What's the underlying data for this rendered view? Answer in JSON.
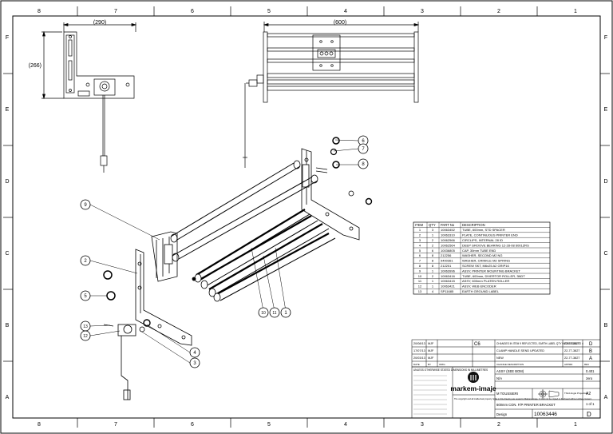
{
  "border": {
    "cols_top": [
      "8",
      "7",
      "6",
      "5",
      "4",
      "3",
      "2",
      "1"
    ],
    "cols_bottom": [
      "8",
      "7",
      "6",
      "5",
      "4",
      "3",
      "2",
      "1"
    ],
    "rows_left": [
      "F",
      "E",
      "D",
      "C",
      "B",
      "A"
    ],
    "rows_right": [
      "F",
      "E",
      "D",
      "C",
      "B",
      "A"
    ]
  },
  "dimensions": {
    "side_width": "(290)",
    "side_height": "(266)",
    "front_width": "(600)"
  },
  "balloons": [
    "6",
    "7",
    "8",
    "9",
    "2",
    "5",
    "13",
    "12",
    "4",
    "3",
    "10",
    "11",
    "1"
  ],
  "bom": {
    "headers": [
      "ITEM",
      "QTY",
      "PART No",
      "DESCRIPTION"
    ],
    "rows": [
      [
        "1",
        "3",
        "10063452",
        "TUBE, 600mm, STD SPACER"
      ],
      [
        "2",
        "1",
        "10063310",
        "PLATE, CONTINUOUS PRINTER END"
      ],
      [
        "3",
        "2",
        "10062566",
        "CIRCLIPS, INTERNAL 28 ID"
      ],
      [
        "4",
        "2",
        "10062564",
        "DEEP GROOVE BEARING 12-28-08 6001ZRS"
      ],
      [
        "5",
        "6",
        "10036805",
        "CAP, 30mm TUBE END"
      ],
      [
        "6",
        "8",
        "212256",
        "WASHER, SECOND M2 NG"
      ],
      [
        "7",
        "8",
        "9400361",
        "WASHER, CRINKLE M2 SPRING"
      ],
      [
        "8",
        "8",
        "212201",
        "SCREW SKT, M6x25 A2 GRIP16"
      ],
      [
        "9",
        "1",
        "10063996",
        "ASSY, PRINTER MOUNTING BRACKET"
      ],
      [
        "10",
        "2",
        "10063416",
        "TUBE, 600mm, DIVERTOR ROLLER, 3NDT"
      ],
      [
        "11",
        "1",
        "10063415",
        "ASSY, 600mm PLATEN ROLLER"
      ],
      [
        "12",
        "1",
        "10063421",
        "ASSY, WEB ENCODER"
      ],
      [
        "13",
        "4",
        "SP11685",
        "EARTH GROUND LABEL"
      ]
    ]
  },
  "revisions": {
    "rows": [
      {
        "date": "20/08/13",
        "by": "MJF",
        "desc": "CHANGES IN ITEM 9 REFLECTED, EARTH LABEL QTY INCREASED TO 4",
        "eco": "C6",
        "approved": "22-77-3827",
        "rev": "D"
      },
      {
        "date": "17/07/13",
        "by": "MJF",
        "desc": "CLAMP HANDLE SEND UPDATED",
        "eco": "",
        "approved": "22-77-3827",
        "rev": "B"
      },
      {
        "date": "20/03/13",
        "by": "MJF",
        "desc": "NEW",
        "eco": "",
        "approved": "22-77-3827",
        "rev": "A"
      }
    ],
    "header": [
      "DATE",
      "BY",
      "ORIG",
      "CHANGE DESCRIPTION",
      "APPRD",
      "REV"
    ]
  },
  "title_block": {
    "logo": "markem-imaje",
    "tolerance_note": "UNLESS OTHERWISE STATED DIMENSIONS IN MILLIMETRES",
    "material_label": "ASSY (SEE BOM)",
    "finish": "N/A",
    "weight": "zero",
    "designer": "M TOUSSIERI",
    "scale": "0.401",
    "projection_label": "Third Angle Projection",
    "size": "A2",
    "sheet": "1 of 1",
    "title": "600mm CON. F/P PRINTER BRACKET",
    "drawing_number": "10063446",
    "status": "Design",
    "revision": "D",
    "copyright": "The copyright and all intellectual property rights in this drawing are vested in Markem-Imaje. It must not be copied or disclosed without written consent."
  }
}
